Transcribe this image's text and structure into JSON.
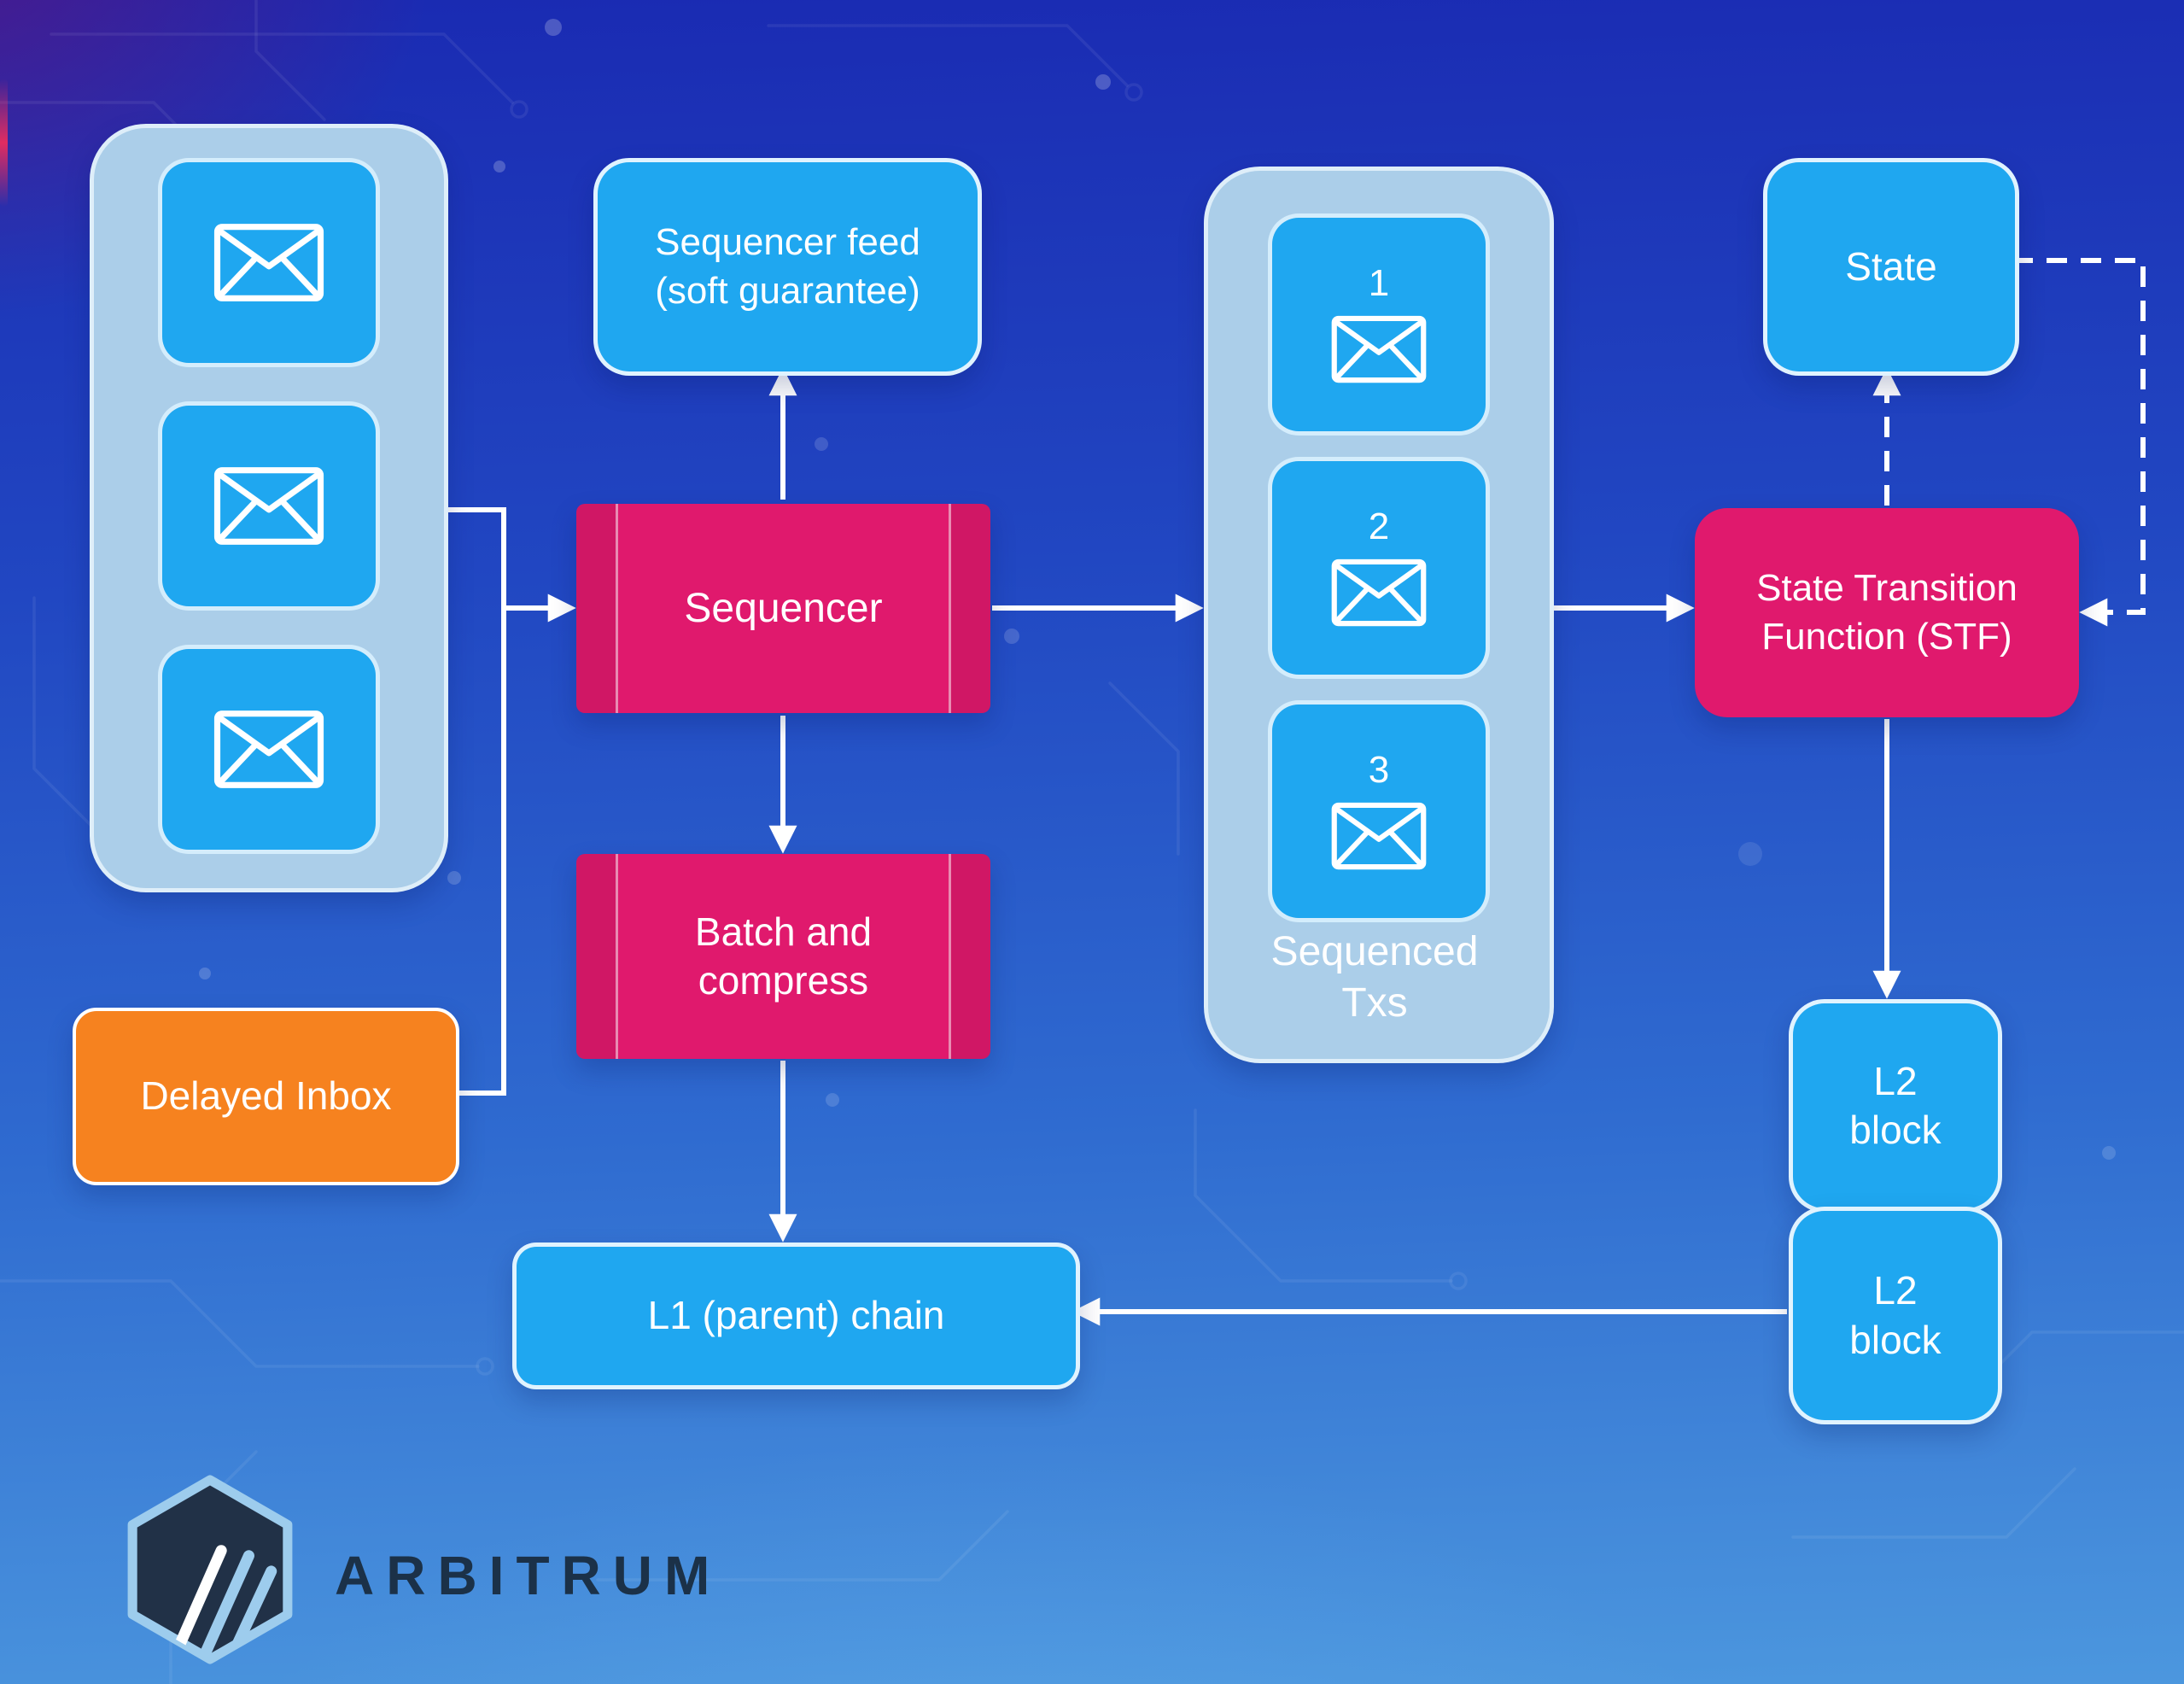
{
  "colors": {
    "bright_blue": "#1FA7F0",
    "light_container_blue": "#ABCEE9",
    "magenta": "#E0196D",
    "orange": "#F6821F",
    "brand_navy": "#213147",
    "logo_light_blue": "#9DCCED",
    "arrow_white": "#FFFFFF"
  },
  "icons": {
    "envelope": "envelope-icon"
  },
  "nodes": {
    "sequencer_feed": {
      "label": "Sequencer feed (soft guarantee)"
    },
    "sequencer": {
      "label": "Sequencer"
    },
    "batch": {
      "label": "Batch and compress"
    },
    "delayed_inbox": {
      "label": "Delayed Inbox"
    },
    "sequenced_txs": {
      "label": "Sequenced Txs",
      "items": [
        "1",
        "2",
        "3"
      ]
    },
    "state": {
      "label": "State"
    },
    "stf": {
      "label": "State Transition Function (STF)"
    },
    "l2_block_top": {
      "label": "L2 block"
    },
    "l2_block_bottom": {
      "label": "L2 block"
    },
    "l1_chain": {
      "label": "L1 (parent) chain"
    }
  },
  "logo": {
    "brand": "ARBITRUM"
  }
}
